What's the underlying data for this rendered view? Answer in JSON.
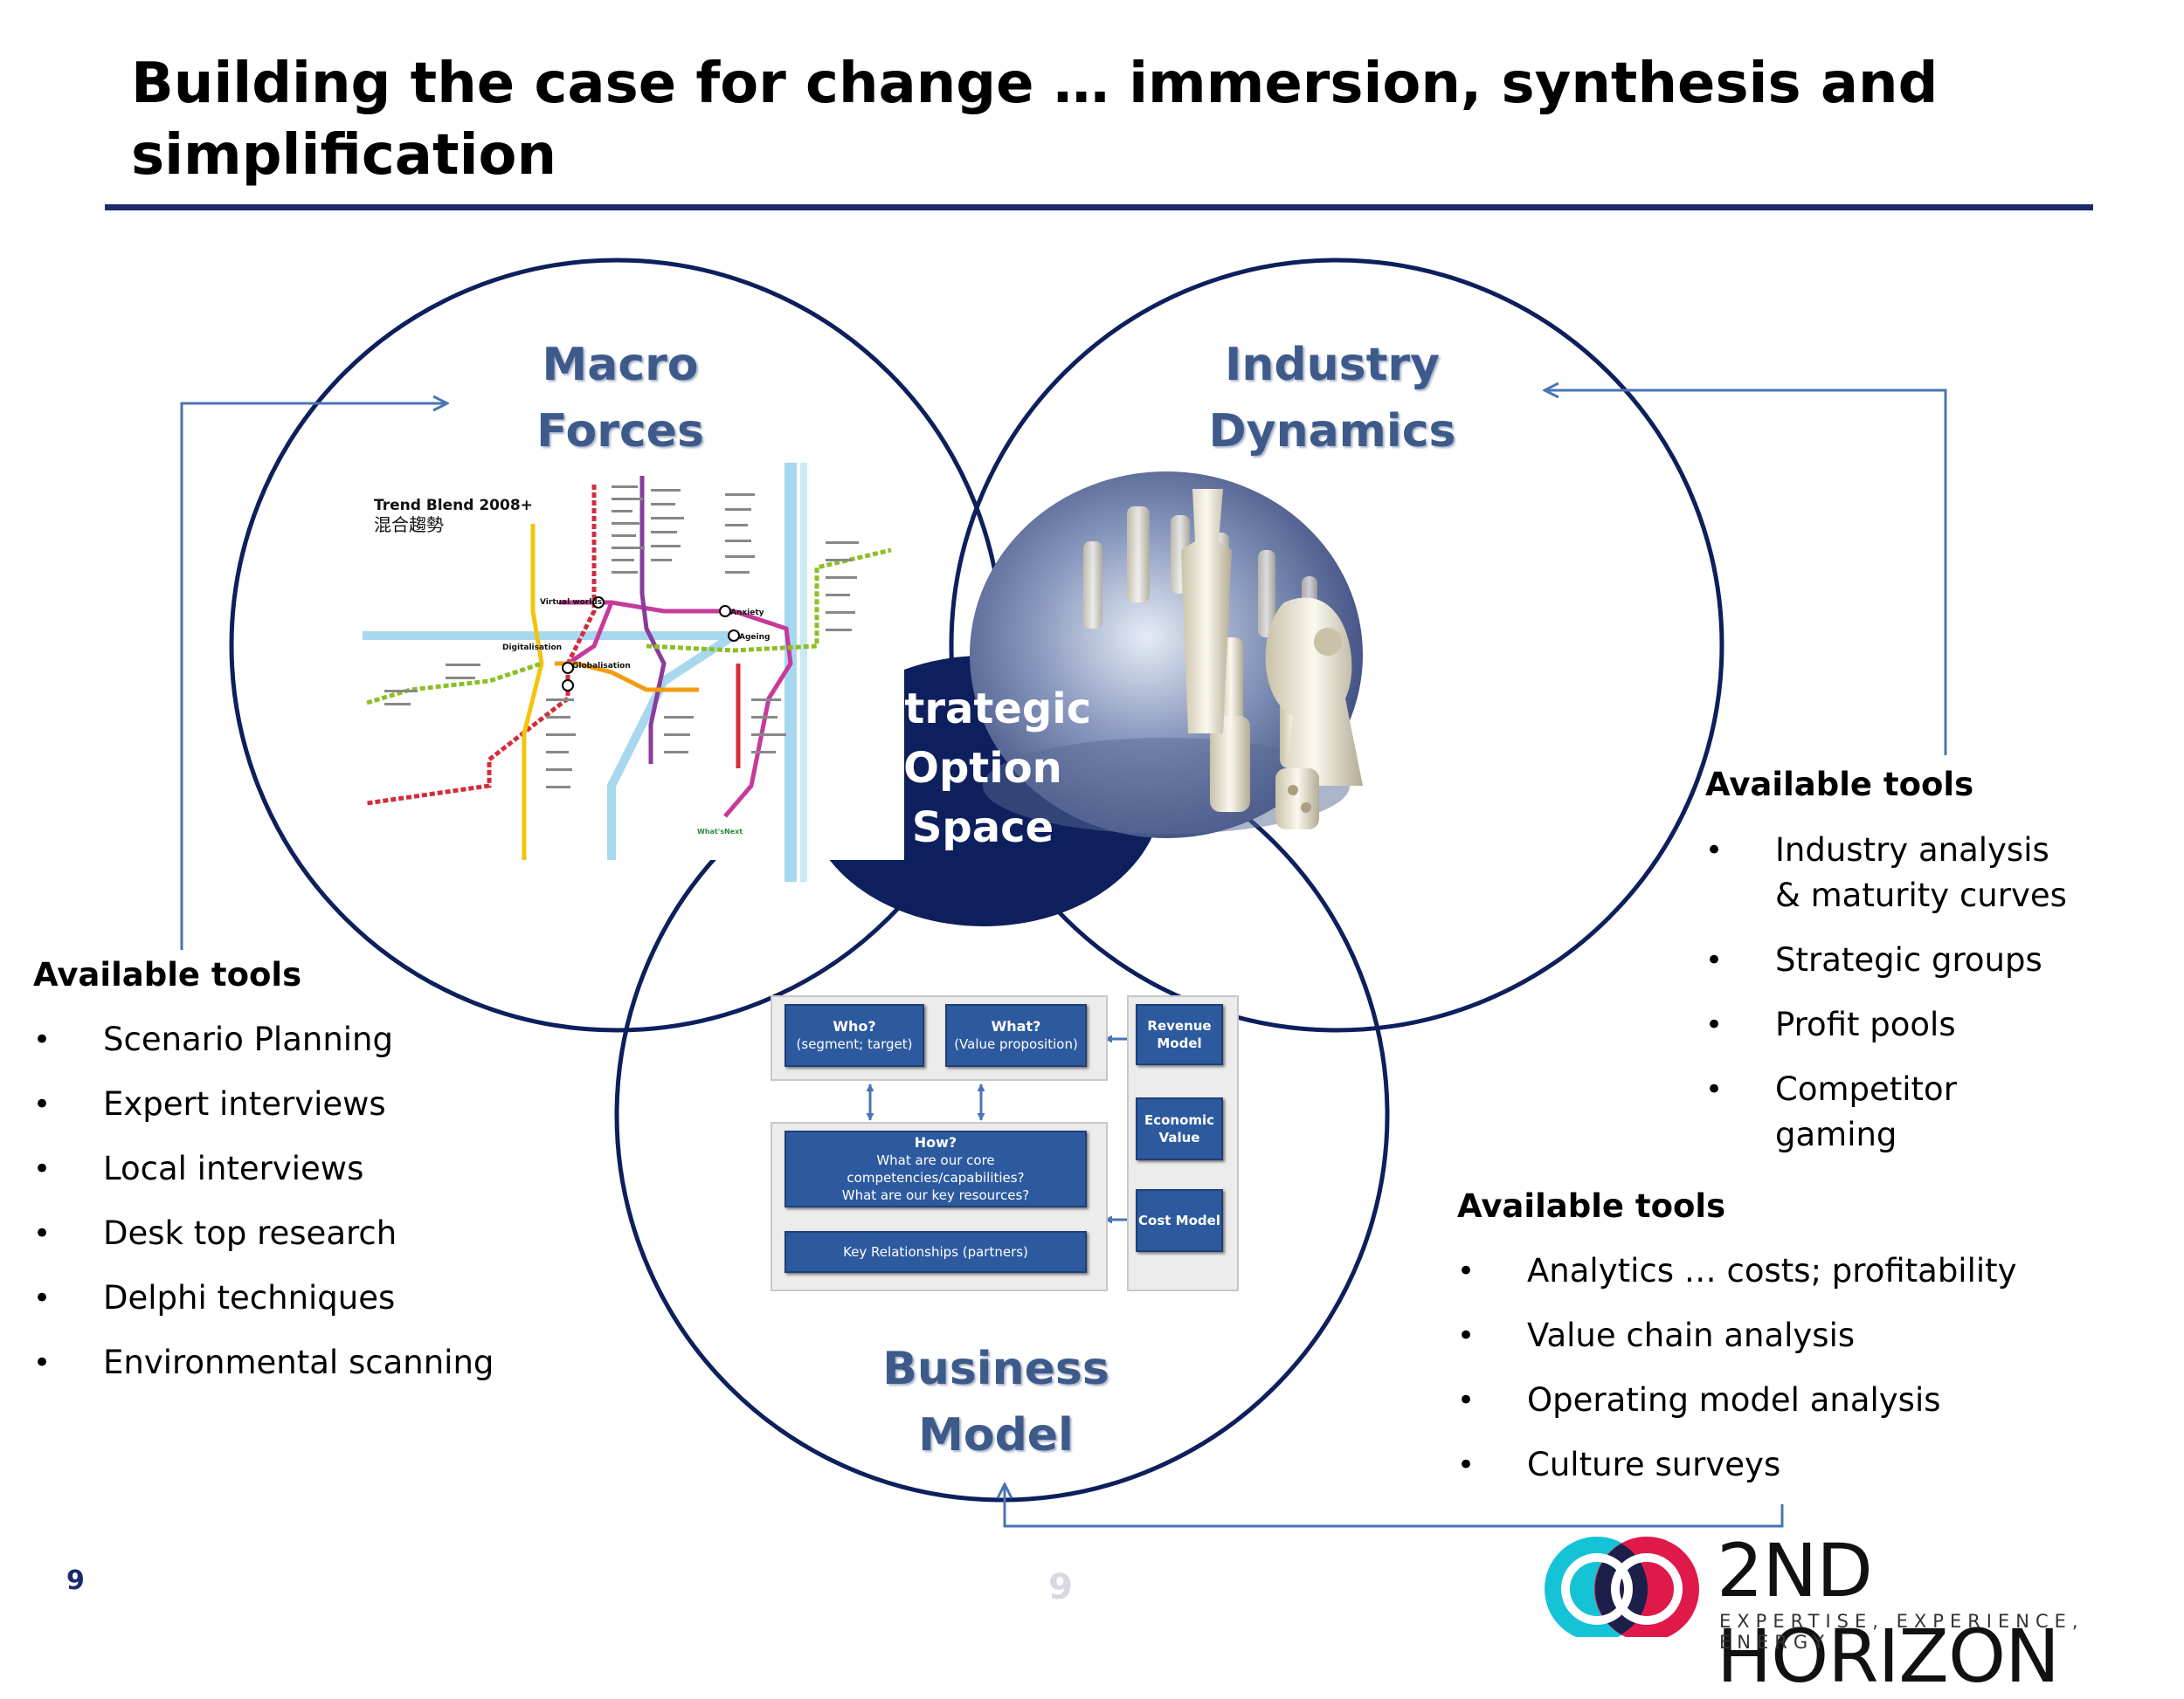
{
  "slide": {
    "title": "Building the case for change … immersion, synthesis and simplification",
    "page_number": "9",
    "page_number_center": "9"
  },
  "colors": {
    "navy": "#0d1f5c",
    "circle_label": "#3d5a8a",
    "box_blue": "#2d5a9f",
    "arrow_blue": "#4a74b4",
    "logo_cyan": "#15c3d6",
    "logo_red": "#e0194b",
    "logo_dark": "#1b1f4a"
  },
  "circles": {
    "macro": {
      "line1": "Macro",
      "line2": "Forces"
    },
    "industry": {
      "line1": "Industry",
      "line2": "Dynamics"
    },
    "business": {
      "line1": "Business",
      "line2": "Model"
    },
    "center": {
      "line1": "Strategic",
      "line2": "Option",
      "line3": "Space"
    }
  },
  "metro_map": {
    "title_en": "Trend Blend 2008+",
    "title_zh": "混合趨勢",
    "stations": {
      "virtual_worlds": "Virtual worlds",
      "digitalisation": "Digitalisation",
      "globalisation": "Globalisation",
      "anxiety": "Anxiety",
      "ageing": "Ageing"
    },
    "footer_label": "What'sNext"
  },
  "business_model": {
    "who_title": "Who?",
    "who_sub": "(segment; target)",
    "what_title": "What?",
    "what_sub": "(Value proposition)",
    "how_title": "How?",
    "how_line1": "What are our core competencies/capabilities?",
    "how_line2": "What are our key resources?",
    "key_rel": "Key Relationships (partners)",
    "revenue": "Revenue Model",
    "economic": "Economic Value",
    "cost": "Cost Model"
  },
  "tools_left": {
    "heading": "Available tools",
    "items": [
      "Scenario Planning",
      "Expert interviews",
      "Local interviews",
      "Desk top research",
      "Delphi techniques",
      "Environmental scanning"
    ]
  },
  "tools_right": {
    "heading": "Available tools",
    "items": [
      "Industry analysis & maturity curves",
      "Strategic groups",
      "Profit pools",
      "Competitor gaming"
    ]
  },
  "tools_bottom": {
    "heading": "Available tools",
    "items": [
      "Analytics … costs; profitability",
      "Value chain analysis",
      "Operating model analysis",
      "Culture surveys"
    ]
  },
  "brand": {
    "name": "2ND HORIZON",
    "tagline": "EXPERTISE, EXPERIENCE, ENERGY"
  }
}
